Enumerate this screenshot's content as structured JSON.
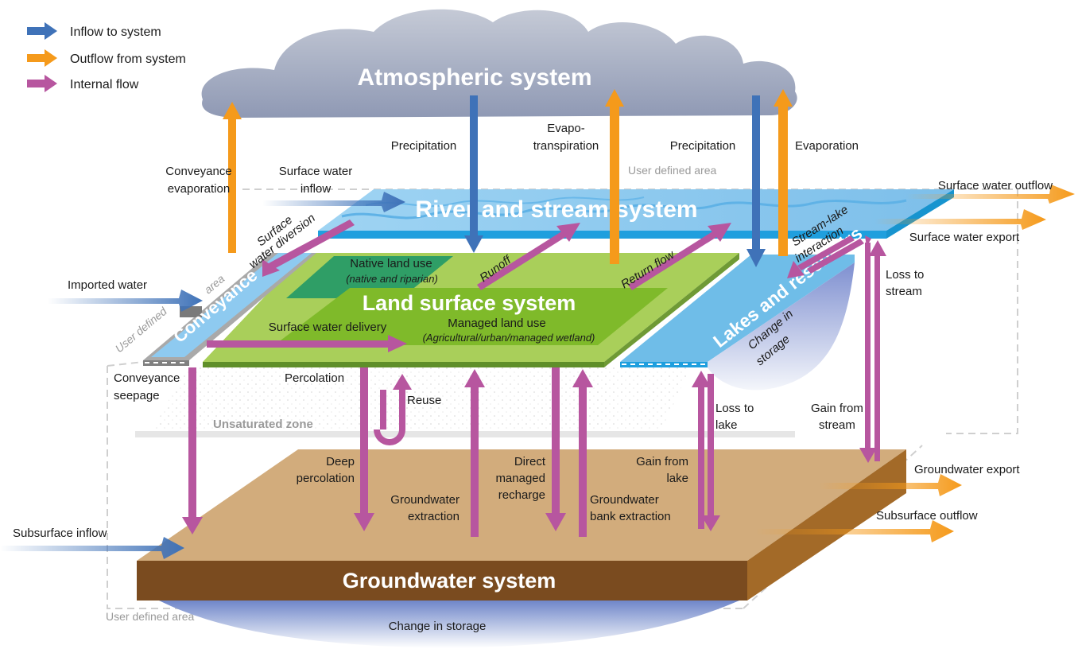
{
  "legend": {
    "inflow": "Inflow to system",
    "outflow": "Outflow from system",
    "internal": "Internal flow"
  },
  "colors": {
    "inflow": "#3f72b8",
    "outflow": "#f59a1b",
    "internal": "#b7569f",
    "groundwater_top": "#d2ac7c",
    "groundwater_front": "#7a4b1f",
    "land_surface": "#a9cf5a",
    "managed_land": "#7fba2a",
    "native_land": "#2f9e66",
    "river": "#8ecaf0",
    "lakes": "#6fbde8",
    "cloud": "#9aa4bd"
  },
  "systems": {
    "atmosphere": "Atmospheric system",
    "river": "River and stream system",
    "land": "Land surface system",
    "lakes": "Lakes and reservoirs",
    "conveyance": "Conveyance",
    "groundwater": "Groundwater system",
    "unsaturated": "Unsaturated zone"
  },
  "land_use": {
    "native": "Native land use",
    "native_sub": "(native and riparian)",
    "managed": "Managed land use",
    "managed_sub": "(Agricultural/urban/managed wetland)"
  },
  "labels": {
    "precipitation_1": "Precipitation",
    "evapo_1": "Evapo-",
    "evapo_2": "transpiration",
    "precipitation_2": "Precipitation",
    "evaporation": "Evaporation",
    "conveyance_evap_1": "Conveyance",
    "conveyance_evap_2": "evaporation",
    "sw_inflow_1": "Surface water",
    "sw_inflow_2": "inflow",
    "user_area_top": "User defined area",
    "sw_outflow": "Surface water outflow",
    "sw_export": "Surface water export",
    "sw_diversion_1": "Surface",
    "sw_diversion_2": "water diversion",
    "runoff": "Runoff",
    "return_flow": "Return flow",
    "stream_lake_1": "Stream-lake",
    "stream_lake_2": "interaction",
    "loss_stream_1": "Loss to",
    "loss_stream_2": "stream",
    "imported_water": "Imported water",
    "user_area_left_1": "User defined",
    "user_area_left_2": "area",
    "sw_delivery": "Surface water delivery",
    "change_storage_lake_1": "Change in",
    "change_storage_lake_2": "storage",
    "conveyance_seepage_1": "Conveyance",
    "conveyance_seepage_2": "seepage",
    "percolation": "Percolation",
    "reuse": "Reuse",
    "loss_lake_1": "Loss to",
    "loss_lake_2": "lake",
    "gain_stream_1": "Gain from",
    "gain_stream_2": "stream",
    "deep_perc_1": "Deep",
    "deep_perc_2": "percolation",
    "gw_extraction_1": "Groundwater",
    "gw_extraction_2": "extraction",
    "direct_recharge_1": "Direct",
    "direct_recharge_2": "managed",
    "direct_recharge_3": "recharge",
    "gw_bank_1": "Groundwater",
    "gw_bank_2": "bank extraction",
    "gain_lake_1": "Gain from",
    "gain_lake_2": "lake",
    "gw_export": "Groundwater export",
    "subsurface_outflow": "Subsurface outflow",
    "subsurface_inflow": "Subsurface inflow",
    "user_area_bottom": "User defined area",
    "change_storage_gw": "Change in storage"
  }
}
